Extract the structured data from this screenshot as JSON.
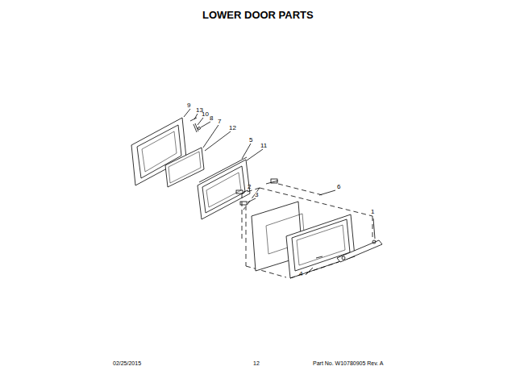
{
  "diagram": {
    "title": "LOWER DOOR PARTS",
    "labels": [
      "9",
      "13",
      "10",
      "8",
      "7",
      "12",
      "5",
      "11",
      "2",
      "3",
      "6",
      "1",
      "4",
      "02/25/2015",
      "12",
      "Part No. W10780905 Rev. A"
    ]
  }
}
